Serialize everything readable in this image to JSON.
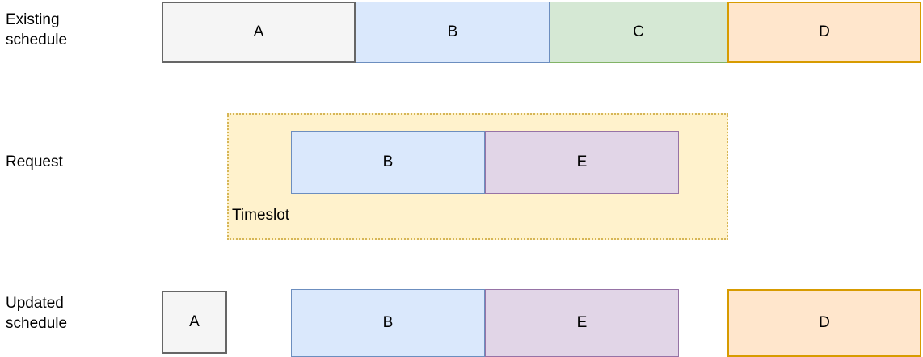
{
  "labels": {
    "existing": "Existing\nschedule",
    "request": "Request",
    "updated": "Updated\nschedule",
    "timeslot": "Timeslot"
  },
  "existing_schedule": {
    "segments": [
      {
        "label": "A",
        "color": "gray"
      },
      {
        "label": "B",
        "color": "blue"
      },
      {
        "label": "C",
        "color": "green"
      },
      {
        "label": "D",
        "color": "orange"
      }
    ]
  },
  "request": {
    "segments": [
      {
        "label": "B",
        "color": "blue"
      },
      {
        "label": "E",
        "color": "purple"
      }
    ]
  },
  "updated_schedule": {
    "segments": [
      {
        "label": "A",
        "color": "gray"
      },
      {
        "label": "B",
        "color": "blue"
      },
      {
        "label": "E",
        "color": "purple"
      },
      {
        "label": "D",
        "color": "orange"
      }
    ]
  },
  "colors": {
    "gray_fill": "#f5f5f5",
    "gray_stroke": "#666666",
    "blue_fill": "#dae8fc",
    "blue_stroke": "#6c8ebf",
    "green_fill": "#d5e8d4",
    "green_stroke": "#82b366",
    "orange_fill": "#ffe6cc",
    "orange_stroke": "#d79b00",
    "purple_fill": "#e1d5e7",
    "purple_stroke": "#9673a6",
    "yellow_fill": "#fff2cc",
    "yellow_stroke": "#d6b656"
  }
}
